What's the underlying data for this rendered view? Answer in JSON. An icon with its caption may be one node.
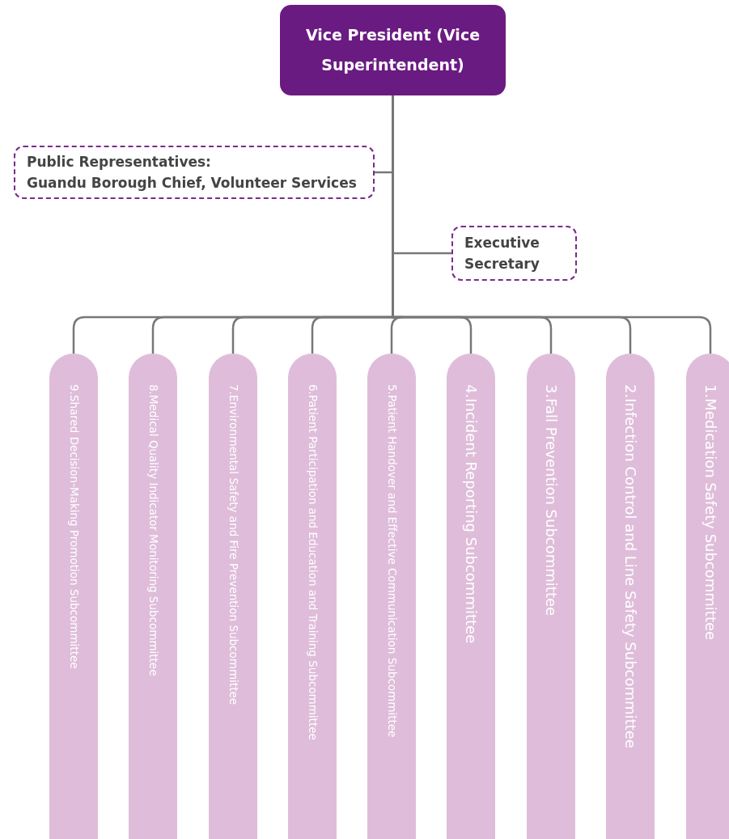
{
  "diagram": {
    "nodes": [
      {
        "text": [
          "Vice President (Vice Superintendent)"
        ]
      },
      {
        "text": [
          "Public Representatives:",
          "Guandu Borough Chief, Volunteer Services"
        ]
      },
      {
        "text": [
          "Executive Secretary"
        ]
      },
      {
        "text": [
          "9.Shared Decision-Making Promotion Subcommittee"
        ]
      },
      {
        "text": [
          "8.Medical Quality Indicator Monitoring Subcommittee"
        ]
      },
      {
        "text": [
          "7.Environmental Safety and Fire Prevention Subcommittee"
        ]
      },
      {
        "text": [
          "6.Patient Participation and Education and Training Subcommittee"
        ]
      },
      {
        "text": [
          "5.Patient Handover and Effective Communication Subcommittee"
        ]
      },
      {
        "text": [
          "4.Incident Reporting Subcommittee"
        ]
      },
      {
        "text": [
          "3.Fall Prevention Subcommittee"
        ]
      },
      {
        "text": [
          "2.Infection Control and Line Safety Subcommittee"
        ]
      },
      {
        "text": [
          "1.Medication Safety Subcommittee"
        ]
      }
    ],
    "edges": [
      {
        "from": 0,
        "to": 1,
        "arrow": "none"
      },
      {
        "from": 0,
        "to": 2,
        "arrow": "none"
      },
      {
        "from": 0,
        "to": 3,
        "arrow": "none"
      },
      {
        "from": 0,
        "to": 4,
        "arrow": "none"
      },
      {
        "from": 0,
        "to": 5,
        "arrow": "none"
      },
      {
        "from": 0,
        "to": 6,
        "arrow": "none"
      },
      {
        "from": 0,
        "to": 7,
        "arrow": "none"
      },
      {
        "from": 0,
        "to": 8,
        "arrow": "none"
      },
      {
        "from": 0,
        "to": 9,
        "arrow": "none"
      },
      {
        "from": 0,
        "to": 10,
        "arrow": "none"
      },
      {
        "from": 0,
        "to": 11,
        "arrow": "none"
      }
    ]
  }
}
